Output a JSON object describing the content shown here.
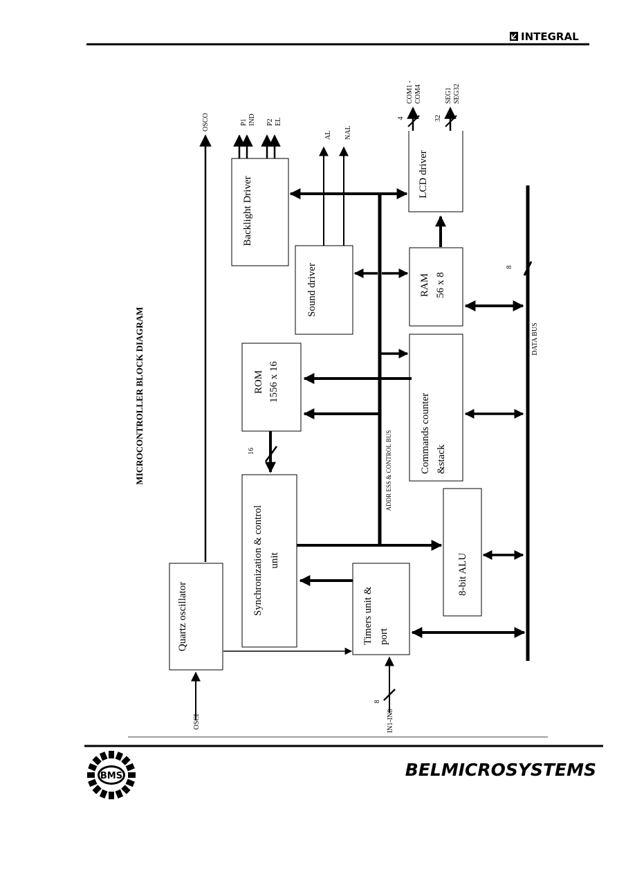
{
  "header": {
    "brand": "INTEGRAL"
  },
  "diagram": {
    "title": "MICROCONTROLLER BLOCK DIAGRAM",
    "blocks": {
      "quartz": [
        "Quartz oscillator"
      ],
      "sync": [
        "Synchronization & control",
        "unit"
      ],
      "timers": [
        "Timers unit &",
        "port"
      ],
      "alu": [
        "8-bit ALU"
      ],
      "rom": [
        "ROM",
        "1556 x 16"
      ],
      "commands": [
        "Commands counter",
        "&stack"
      ],
      "sound": [
        "Sound driver"
      ],
      "ram": [
        "RAM",
        "56 x 8"
      ],
      "backlight": [
        "Backlight Driver"
      ],
      "lcd": [
        "LCD driver"
      ]
    },
    "signals": {
      "osci": "OSCI",
      "osco": "OSCO",
      "in": "IN1-IN8",
      "in_width": "8",
      "rom_width": "16",
      "p1": "P1",
      "ind": "IND",
      "p2": "P2",
      "el": "EL",
      "al": "AL",
      "nal": "NAL",
      "com_top": "COM1 -",
      "com_bottom": "COM4",
      "com_width": "4",
      "seg_top": "SEG1",
      "seg_bottom": "SEG32",
      "seg_width": "32",
      "data_bus_width": "8"
    },
    "buses": {
      "address": "ADDR ESS & CONTROL BUS",
      "data": "DATA BUS"
    }
  },
  "footer": {
    "logo": "BMS",
    "company": "BELMICROSYSTEMS"
  }
}
